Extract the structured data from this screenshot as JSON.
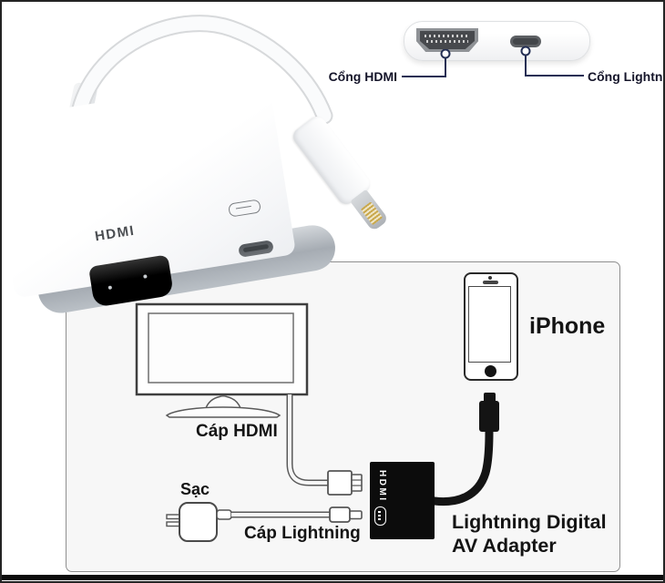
{
  "callout": {
    "hdmi": "Cổng HDMI",
    "lightning": "Cổng Lightning"
  },
  "photo": {
    "hdmi_marking": "HDMI"
  },
  "diagram": {
    "hdmi_cable_label": "Cáp HDMI",
    "charger_label": "Sạc",
    "lightning_cable_label": "Cáp Lightning",
    "iphone_label": "iPhone",
    "adapter_marking": "HDMI",
    "adapter_label_line1": "Lightning Digital",
    "adapter_label_line2": "AV Adapter"
  },
  "colors": {
    "diagram_bg": "#f7f7f7",
    "callout_line": "#242f54",
    "adapter_black": "#0c0c0c",
    "rim_gray": "#aab0b6",
    "gold_pins": "#d2b25e",
    "frame_border": "#242424"
  }
}
